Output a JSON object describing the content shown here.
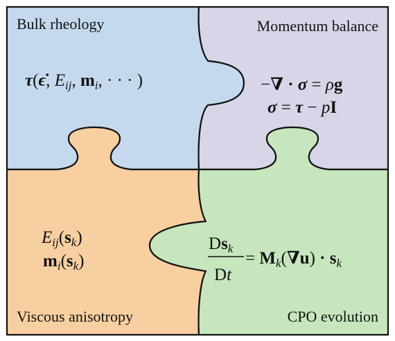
{
  "colors": {
    "bulk_rheology": "#c5d9ee",
    "momentum_balance": "#d6d6e8",
    "viscous_anisotropy": "#f8cfa1",
    "cpo_evolution": "#c7e6be",
    "outline": "#111111"
  },
  "pieces": {
    "bulk_rheology": {
      "title": "Bulk rheology",
      "eq": {
        "tau": "τ",
        "lp": "(",
        "epsdot": "ϵ̇",
        "comma1": ", ",
        "E": "E",
        "ij": "ij",
        "comma2": ", ",
        "m": "m",
        "i": "i",
        "rest": ", · · · )"
      }
    },
    "momentum_balance": {
      "title": "Momentum balance",
      "eq1": {
        "neg": "−",
        "nabla": "∇",
        "dot": " · ",
        "sigma": "σ",
        "eq": " = ",
        "rho": "ρ",
        "g": "g"
      },
      "eq2": {
        "sigma": "σ",
        "eq": " = ",
        "tau": "τ",
        "minus": " − ",
        "p": "p",
        "I": "I"
      }
    },
    "viscous_anisotropy": {
      "title": "Viscous anisotropy",
      "eq1": {
        "E": "E",
        "ij": "ij",
        "lp": "(",
        "s": "s",
        "k": "k",
        "rp": ")"
      },
      "eq2": {
        "m": "m",
        "i": "i",
        "lp": "(",
        "s": "s",
        "k": "k",
        "rp": ")"
      }
    },
    "cpo_evolution": {
      "title": "CPO evolution",
      "eq": {
        "D": "D",
        "s": "s",
        "k": "k",
        "den_D": "D",
        "den_t": "t",
        "eq": " = ",
        "M": "M",
        "Mk": "k",
        "lp": "(",
        "nabla": "∇",
        "u": "u",
        "rp": ")",
        "dot": " · ",
        "s2": "s",
        "k2": "k"
      }
    }
  }
}
